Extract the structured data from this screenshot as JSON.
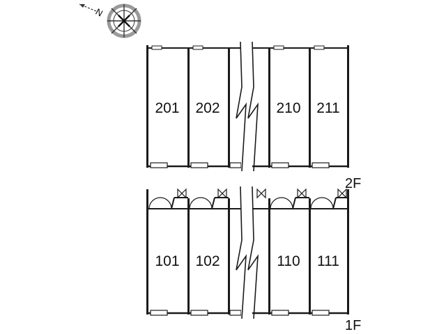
{
  "compass": {
    "north_label": "N",
    "icon": "compass-rose-icon"
  },
  "floors": [
    {
      "id": "2F",
      "label": "2F",
      "units": [
        {
          "number": "201"
        },
        {
          "number": "202"
        },
        {
          "number": "210"
        },
        {
          "number": "211"
        }
      ]
    },
    {
      "id": "1F",
      "label": "1F",
      "units": [
        {
          "number": "101"
        },
        {
          "number": "102"
        },
        {
          "number": "110"
        },
        {
          "number": "111"
        }
      ]
    }
  ],
  "colors": {
    "wall": "#1a1a1a",
    "compass_gray": "#9a9a9a"
  }
}
